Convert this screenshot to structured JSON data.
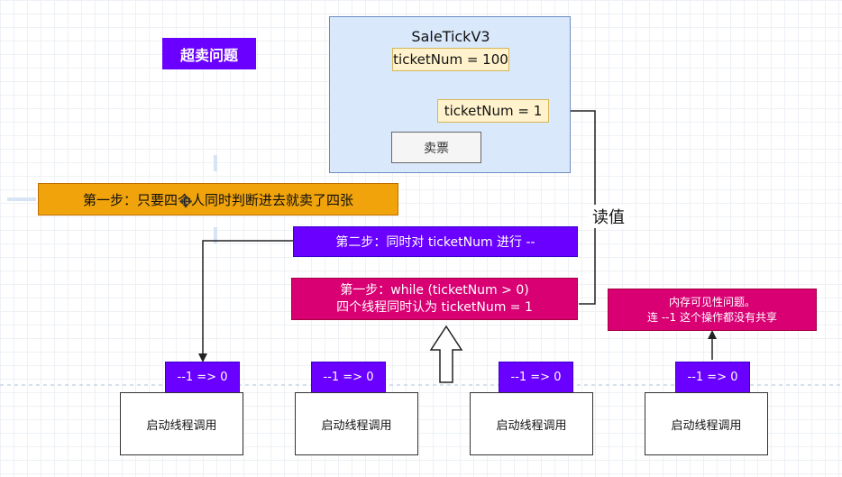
{
  "title_tag": "超卖问题",
  "sale_box": {
    "title": "SaleTickV3",
    "field_top": "ticketNum = 100",
    "field_mid": "ticketNum = 1",
    "button": "卖票"
  },
  "read_label": "读值",
  "step_orange": "第一步：只要四个人同时判断进去就卖了四张",
  "step_two": "第二步：同时对 ticketNum 进行 --",
  "step_one": {
    "line1": "第一步：while (ticketNum > 0)",
    "line2": "四个线程同时认为 ticketNum = 1"
  },
  "visibility": {
    "line1": "内存可见性问题。",
    "line2": "连 --1 这个操作都没有共享"
  },
  "threads": [
    {
      "op": "--1 => 0",
      "label": "启动线程调用"
    },
    {
      "op": "--1 => 0",
      "label": "启动线程调用"
    },
    {
      "op": "--1 => 0",
      "label": "启动线程调用"
    },
    {
      "op": "--1 => 0",
      "label": "启动线程调用"
    }
  ],
  "colors": {
    "purple": "#6a00ff",
    "pink": "#d80073",
    "orange": "#f0a30a",
    "blue_box": "#dae8fc",
    "yellow_field": "#fff2cc"
  }
}
